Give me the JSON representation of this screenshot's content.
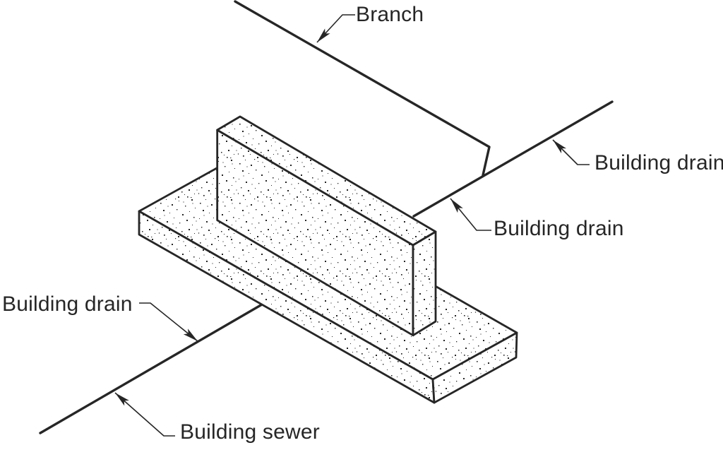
{
  "figure": {
    "labels": {
      "branch": "Branch",
      "building_drain_right": "Building drain",
      "building_drain_mid": "Building drain",
      "building_drain_left": "Building drain",
      "building_sewer": "Building sewer"
    },
    "colors": {
      "ink": "#262626",
      "background": "#ffffff"
    }
  }
}
